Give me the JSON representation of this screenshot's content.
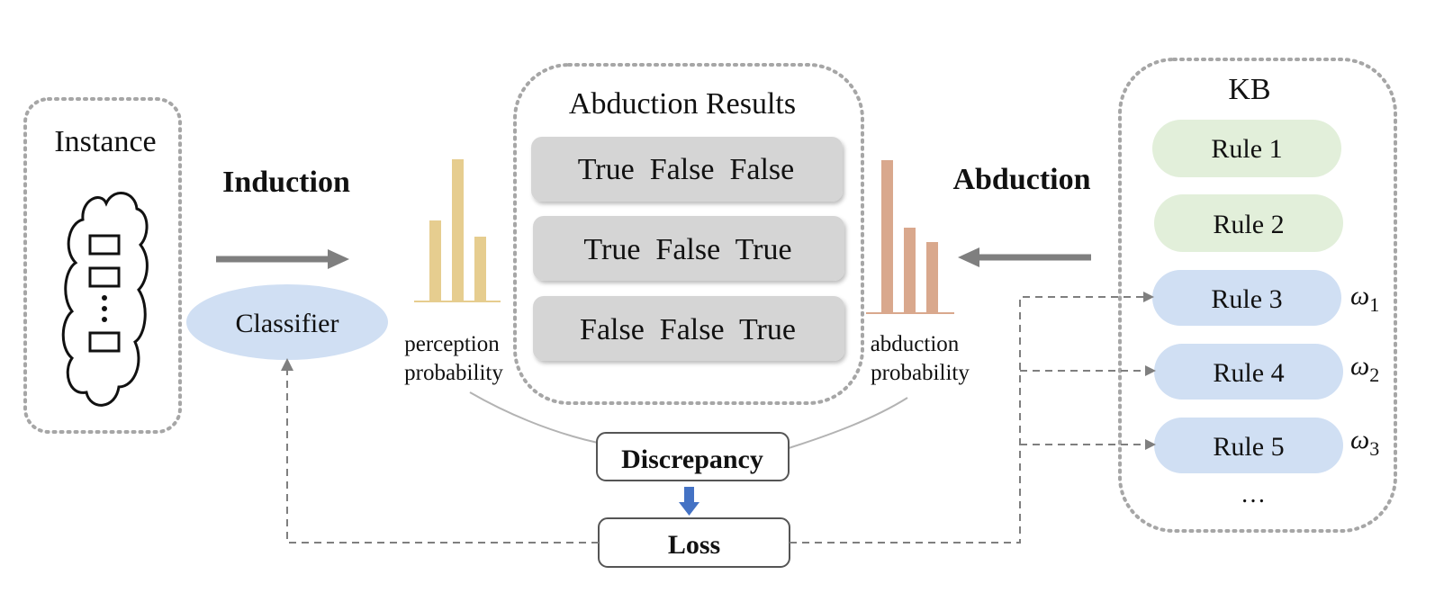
{
  "instance": {
    "title": "Instance"
  },
  "induction": {
    "label": "Induction",
    "classifier": "Classifier"
  },
  "perception": {
    "line1": "perception",
    "line2": "probability"
  },
  "abduction_results": {
    "title": "Abduction Results",
    "rows": [
      "True  False  False",
      "True  False  True",
      "False  False  True"
    ]
  },
  "abduction": {
    "label": "Abduction",
    "prob_line1": "abduction",
    "prob_line2": "probability"
  },
  "kb": {
    "title": "KB",
    "rules": [
      "Rule 1",
      "Rule 2",
      "Rule 3",
      "Rule 4",
      "Rule 5"
    ],
    "ellipsis": "…",
    "weights": [
      {
        "sym": "ω",
        "sub": "1"
      },
      {
        "sym": "ω",
        "sub": "2"
      },
      {
        "sym": "ω",
        "sub": "3"
      }
    ]
  },
  "discrepancy": {
    "label": "Discrepancy"
  },
  "loss": {
    "label": "Loss"
  },
  "colors": {
    "rule_green": "#e2efda",
    "rule_blue": "#d0dff3",
    "classifier": "#d0dff3",
    "result_box": "#d5d5d5",
    "perception_bars": "#e6cd8f",
    "abduction_bars": "#d9a88d",
    "down_arrow": "#4472c4"
  }
}
